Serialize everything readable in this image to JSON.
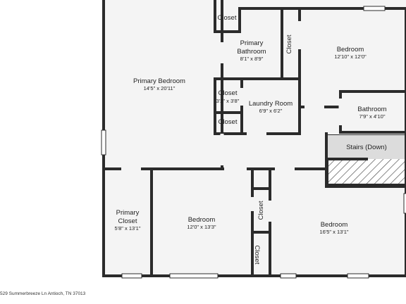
{
  "floor_plan": {
    "colors": {
      "wall": "#2b2b2b",
      "floor": "#f4f4f4",
      "window": "#d9d9d9",
      "stairs_hatch": "#555555"
    },
    "rooms": {
      "primary_bedroom": {
        "name": "Primary Bedroom",
        "dims": "14'5\" x 20'11\""
      },
      "closet_top": {
        "name": "Closet"
      },
      "primary_bathroom": {
        "name_line1": "Primary",
        "name_line2": "Bathroom",
        "dims": "8'1\" x 8'9\""
      },
      "closet_vertical_top": {
        "name": "Closet"
      },
      "bedroom_top_right": {
        "name": "Bedroom",
        "dims": "12'10\" x 12'0\""
      },
      "closet_mid": {
        "name": "Closet",
        "dims": "3'2\" x 3'8\""
      },
      "closet_small": {
        "name": "Closet"
      },
      "laundry_room": {
        "name": "Laundry Room",
        "dims": "6'9\" x 6'2\""
      },
      "bathroom": {
        "name": "Bathroom",
        "dims": "7'9\" x 4'10\""
      },
      "stairs": {
        "name": "Stairs (Down)"
      },
      "primary_closet": {
        "name_line1": "Primary",
        "name_line2": "Closet",
        "dims": "5'8\" x 13'1\""
      },
      "bedroom_bottom_middle": {
        "name": "Bedroom",
        "dims": "12'0\" x 13'3\""
      },
      "closet_vertical_mid": {
        "name": "Closet"
      },
      "closet_vertical_bottom": {
        "name": "Closet"
      },
      "bedroom_bottom_right": {
        "name": "Bedroom",
        "dims": "16'5\" x 13'1\""
      }
    },
    "address": "529 Summerbreeze Ln Antioch, TN 37013"
  }
}
